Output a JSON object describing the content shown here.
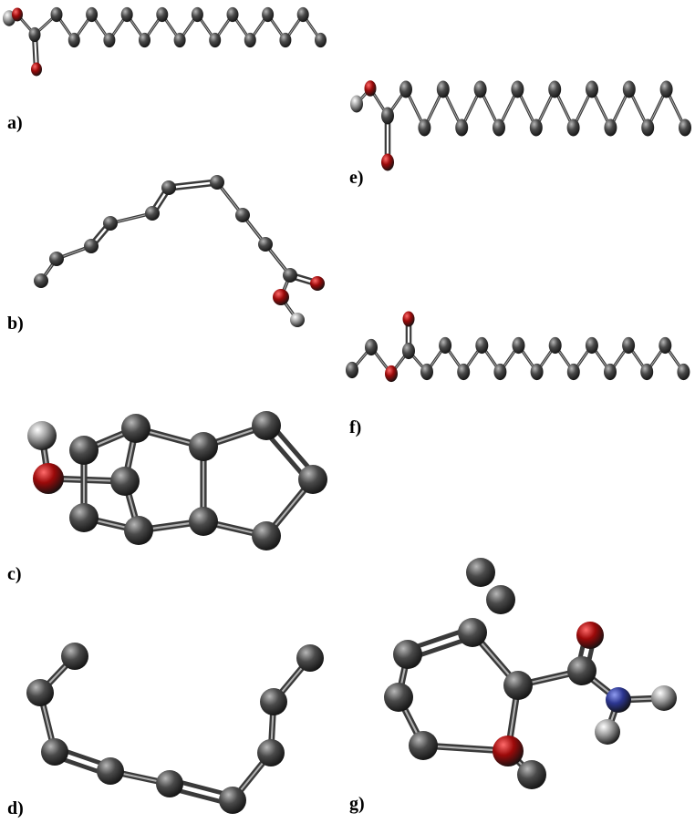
{
  "colors": {
    "carbon": "#4a4a4a",
    "carbon_highlight": "#b8b8b8",
    "oxygen": "#9c0a0a",
    "oxygen_highlight": "#ff6b6b",
    "nitrogen": "#2c3690",
    "nitrogen_highlight": "#8f9bf0",
    "hydrogen": "#9a9a9a",
    "hydrogen_highlight": "#ffffff",
    "bond": "#3a3a3a",
    "bond_light": "#b0b0b0",
    "background": "#ffffff"
  },
  "panels": [
    {
      "id": "a",
      "label": "a)"
    },
    {
      "id": "b",
      "label": "b)"
    },
    {
      "id": "c",
      "label": "c)"
    },
    {
      "id": "d",
      "label": "d)"
    },
    {
      "id": "e",
      "label": "e)"
    },
    {
      "id": "f",
      "label": "f)"
    },
    {
      "id": "g",
      "label": "g)"
    }
  ]
}
